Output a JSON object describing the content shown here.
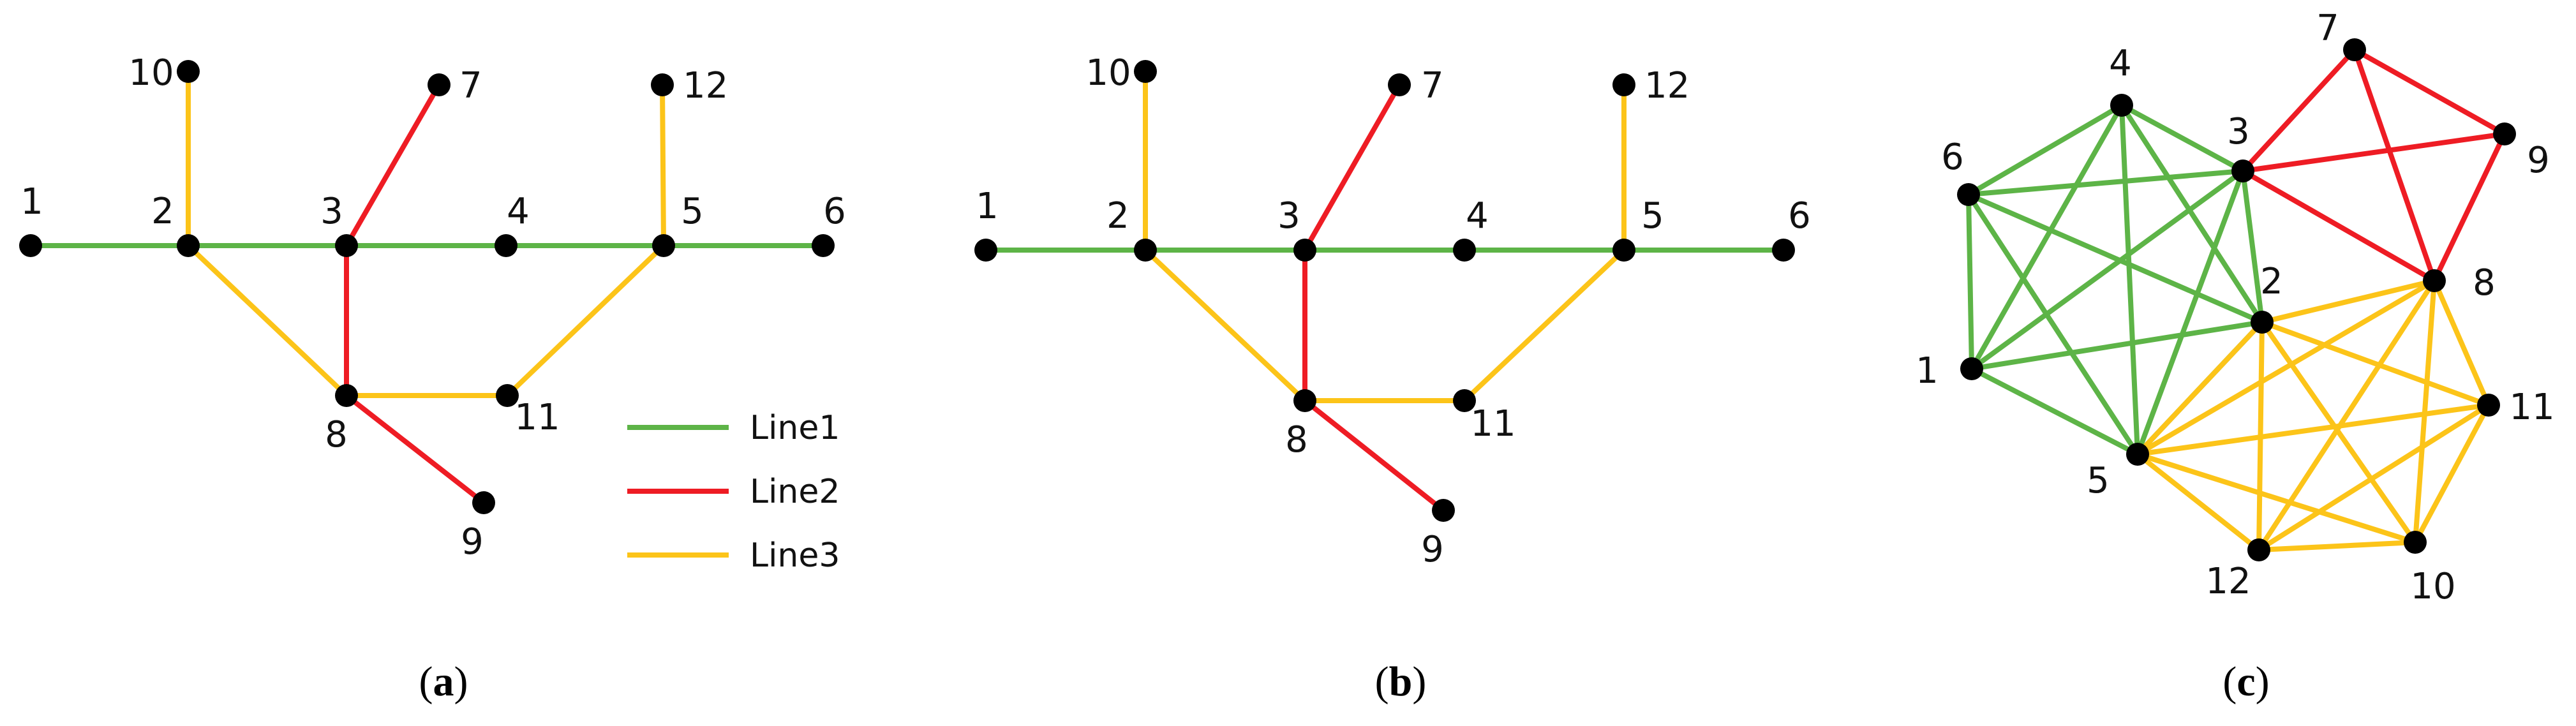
{
  "colors": {
    "Line1": "#5db447",
    "Line2": "#ee1c24",
    "Line3": "#fcc419",
    "node": "#000000"
  },
  "legend": [
    {
      "label": "Line1",
      "line": "Line1"
    },
    {
      "label": "Line2",
      "line": "Line2"
    },
    {
      "label": "Line3",
      "line": "Line3"
    }
  ],
  "panels": [
    {
      "id": "a",
      "caption": {
        "open": "(",
        "letter": "a",
        "close": ")"
      },
      "nodes": [
        "1",
        "2",
        "3",
        "4",
        "5",
        "6",
        "7",
        "8",
        "9",
        "10",
        "11",
        "12"
      ],
      "edges": [
        [
          "1",
          "2",
          "Line1"
        ],
        [
          "2",
          "3",
          "Line1"
        ],
        [
          "3",
          "4",
          "Line1"
        ],
        [
          "4",
          "5",
          "Line1"
        ],
        [
          "5",
          "6",
          "Line1"
        ],
        [
          "3",
          "7",
          "Line2"
        ],
        [
          "3",
          "8",
          "Line2"
        ],
        [
          "8",
          "9",
          "Line2"
        ],
        [
          "2",
          "10",
          "Line3"
        ],
        [
          "2",
          "8",
          "Line3"
        ],
        [
          "8",
          "11",
          "Line3"
        ],
        [
          "11",
          "5",
          "Line3"
        ],
        [
          "5",
          "12",
          "Line3"
        ]
      ]
    },
    {
      "id": "b",
      "caption": {
        "open": "(",
        "letter": "b",
        "close": ")"
      },
      "nodes": [
        "1",
        "2",
        "3",
        "4",
        "5",
        "6",
        "7",
        "8",
        "9",
        "10",
        "11",
        "12"
      ],
      "edges": [
        [
          "1",
          "2",
          "Line1"
        ],
        [
          "2",
          "3",
          "Line1"
        ],
        [
          "3",
          "4",
          "Line1"
        ],
        [
          "4",
          "5",
          "Line1"
        ],
        [
          "5",
          "6",
          "Line1"
        ],
        [
          "3",
          "7",
          "Line2"
        ],
        [
          "3",
          "8",
          "Line2"
        ],
        [
          "8",
          "9",
          "Line2"
        ],
        [
          "2",
          "10",
          "Line3"
        ],
        [
          "2",
          "8",
          "Line3"
        ],
        [
          "8",
          "11",
          "Line3"
        ],
        [
          "11",
          "5",
          "Line3"
        ],
        [
          "5",
          "12",
          "Line3"
        ]
      ]
    },
    {
      "id": "c",
      "caption": {
        "open": "(",
        "letter": "c",
        "close": ")"
      },
      "nodes": [
        "1",
        "2",
        "3",
        "4",
        "5",
        "6",
        "7",
        "8",
        "9",
        "10",
        "11",
        "12"
      ],
      "edges": [
        [
          "1",
          "2",
          "Line1"
        ],
        [
          "1",
          "3",
          "Line1"
        ],
        [
          "1",
          "4",
          "Line1"
        ],
        [
          "1",
          "5",
          "Line1"
        ],
        [
          "1",
          "6",
          "Line1"
        ],
        [
          "2",
          "3",
          "Line1"
        ],
        [
          "2",
          "4",
          "Line1"
        ],
        [
          "2",
          "5",
          "Line1"
        ],
        [
          "2",
          "6",
          "Line1"
        ],
        [
          "3",
          "4",
          "Line1"
        ],
        [
          "3",
          "5",
          "Line1"
        ],
        [
          "3",
          "6",
          "Line1"
        ],
        [
          "4",
          "5",
          "Line1"
        ],
        [
          "4",
          "6",
          "Line1"
        ],
        [
          "5",
          "6",
          "Line1"
        ],
        [
          "3",
          "7",
          "Line2"
        ],
        [
          "3",
          "8",
          "Line2"
        ],
        [
          "3",
          "9",
          "Line2"
        ],
        [
          "7",
          "8",
          "Line2"
        ],
        [
          "7",
          "9",
          "Line2"
        ],
        [
          "8",
          "9",
          "Line2"
        ],
        [
          "2",
          "8",
          "Line3"
        ],
        [
          "2",
          "10",
          "Line3"
        ],
        [
          "2",
          "11",
          "Line3"
        ],
        [
          "2",
          "12",
          "Line3"
        ],
        [
          "2",
          "5",
          "Line3"
        ],
        [
          "5",
          "8",
          "Line3"
        ],
        [
          "5",
          "10",
          "Line3"
        ],
        [
          "5",
          "11",
          "Line3"
        ],
        [
          "5",
          "12",
          "Line3"
        ],
        [
          "8",
          "10",
          "Line3"
        ],
        [
          "8",
          "11",
          "Line3"
        ],
        [
          "8",
          "12",
          "Line3"
        ],
        [
          "10",
          "11",
          "Line3"
        ],
        [
          "10",
          "12",
          "Line3"
        ],
        [
          "11",
          "12",
          "Line3"
        ]
      ]
    }
  ]
}
